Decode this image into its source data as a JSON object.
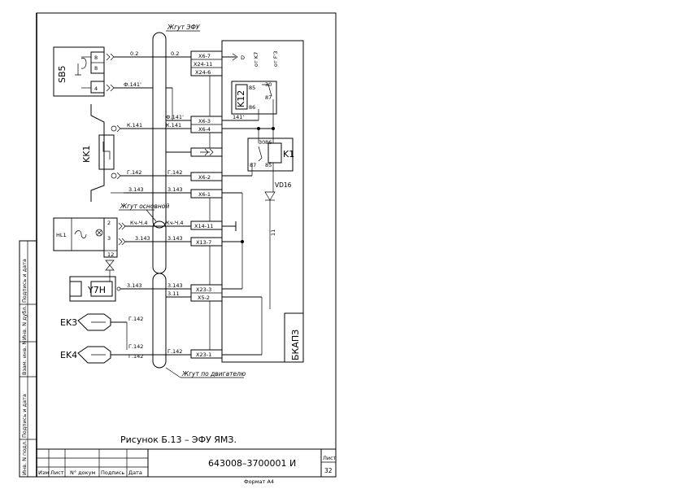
{
  "harness": {
    "efu": "Жгут ЭФУ",
    "main": "Жгут основной",
    "engine": "Жгут по двигателю"
  },
  "components": {
    "sb5": "SB5",
    "kk1": "KK1",
    "hl1": "HL1",
    "y7h": "Y7H",
    "ek3": "EK3",
    "ek4": "EK4",
    "k12": "K12",
    "k1": "K1",
    "vd16": "VD16",
    "bkap": "БКАПЗ"
  },
  "pins": {
    "sb5_8": "8",
    "sb5_8b": "8",
    "sb5_4": "4",
    "hl1_2": "2",
    "hl1_3": "3",
    "hl1_12": "12",
    "k12_85": "85",
    "k12_86": "86",
    "k12_30": "30",
    "k12_87": "87",
    "k1_30": "30",
    "k1_86": "86",
    "k1_87": "87",
    "k1_85": "85"
  },
  "connectors": {
    "x6_7": "X6-7",
    "x24_11": "X24-11",
    "x24_6": "X24-6",
    "x6_3": "X6-3",
    "x6_4": "X6-4",
    "x6_2": "X6-2",
    "x6_1": "X6-1",
    "x14_11": "X14-11",
    "x13_7": "X13-7",
    "x23_3": "X23-3",
    "x5_2": "X5-2",
    "x23_1": "X23-1"
  },
  "wires": {
    "w02_left": "0.2",
    "w02_right": "0.2",
    "f141_left": "Ф.141'",
    "f141_right": "Ф.141'",
    "k141_left": "К.141",
    "k141_right": "К.141",
    "w141": "141'",
    "g142_left": "Г.142",
    "g142_right": "Г.142",
    "z143_left": "3.143",
    "z143_right": "3.143",
    "kch_left": "Кч-Ч.4",
    "kch_right": "Кч-Ч.4",
    "z143_hl_left": "3.143",
    "z143_hl_right": "3.143",
    "z143_y7_left": "3.143",
    "z143_y7_right": "3.143",
    "w311": "3.11",
    "g142_ek3": "Г.142",
    "g142_ek4a": "Г.142",
    "g142_ek4b": "Г.142",
    "g142_x23": "Г.142",
    "w11": "11",
    "to_d": "D",
    "from_k7": "от K7",
    "from_f3": "от F'3"
  },
  "caption": "Рисунок  Б.13 – ЭФУ ЯМЗ.",
  "title_block": {
    "doc_number": "643008–3700001 И",
    "sheet_label": "Лист",
    "sheet_number": "32",
    "col_izm": "Изм",
    "col_list": "Лист",
    "col_doc": "N° докум",
    "col_sign": "Подпись",
    "col_date": "Дата",
    "format": "Формат А4"
  },
  "side_stamp": {
    "inv_podl": "Инв. N подл.",
    "sign_date1": "Подпись и дата",
    "vzam_inv": "Взам. инв. N",
    "inv_dubl": "Инв. N дубл.",
    "sign_date2": "Подпись и дата"
  }
}
